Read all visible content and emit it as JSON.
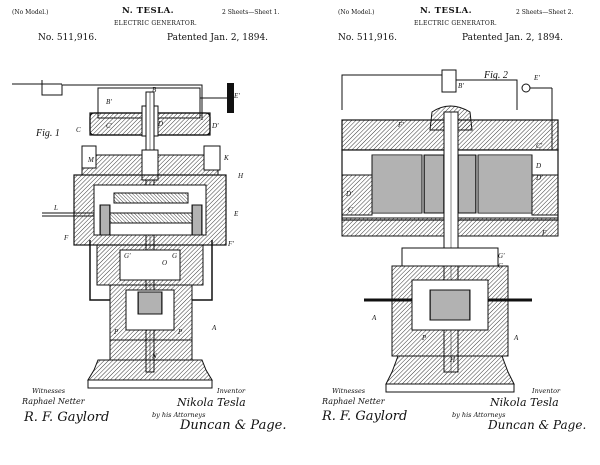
{
  "sheet1": {
    "model": "(No Model.)",
    "inventor": "N. TESLA.",
    "title": "ELECTRIC GENERATOR.",
    "sheets": "2 Sheets—Sheet 1.",
    "number": "No. 511,916.",
    "patented": "Patented Jan. 2, 1894.",
    "fig_label": "Fig. 1",
    "witnesses_label": "Witnesses",
    "inventor_label": "Inventor",
    "witness_1": "Raphael Netter",
    "witness_2": "R. F. Gaylord",
    "inventor_sig": "Nikola Tesla",
    "attorneys_label": "by his Attorneys",
    "attorneys_sig": "Duncan & Page."
  },
  "sheet2": {
    "model": "(No Model.)",
    "inventor": "N. TESLA.",
    "title": "ELECTRIC GENERATOR.",
    "sheets": "2 Sheets—Sheet 2.",
    "number": "No. 511,916.",
    "patented": "Patented Jan. 2, 1894.",
    "fig_label": "Fig. 2",
    "witnesses_label": "Witnesses",
    "inventor_label": "Inventor",
    "witness_1": "Raphael Netter",
    "witness_2": "R. F. Gaylord",
    "inventor_sig": "Nikola Tesla",
    "attorneys_label": "by his Attorneys",
    "attorneys_sig": "Duncan & Page."
  },
  "fig1_labels": [
    "B",
    "B'",
    "E'",
    "C",
    "C'",
    "D",
    "D'",
    "M",
    "K",
    "H",
    "E",
    "L",
    "F",
    "F'",
    "G",
    "G'",
    "O",
    "A",
    "P",
    "N",
    "P"
  ],
  "fig2_labels": [
    "B'",
    "E'",
    "F'",
    "C'",
    "D",
    "D'",
    "C",
    "F",
    "G'",
    "G",
    "A",
    "P",
    "H"
  ]
}
